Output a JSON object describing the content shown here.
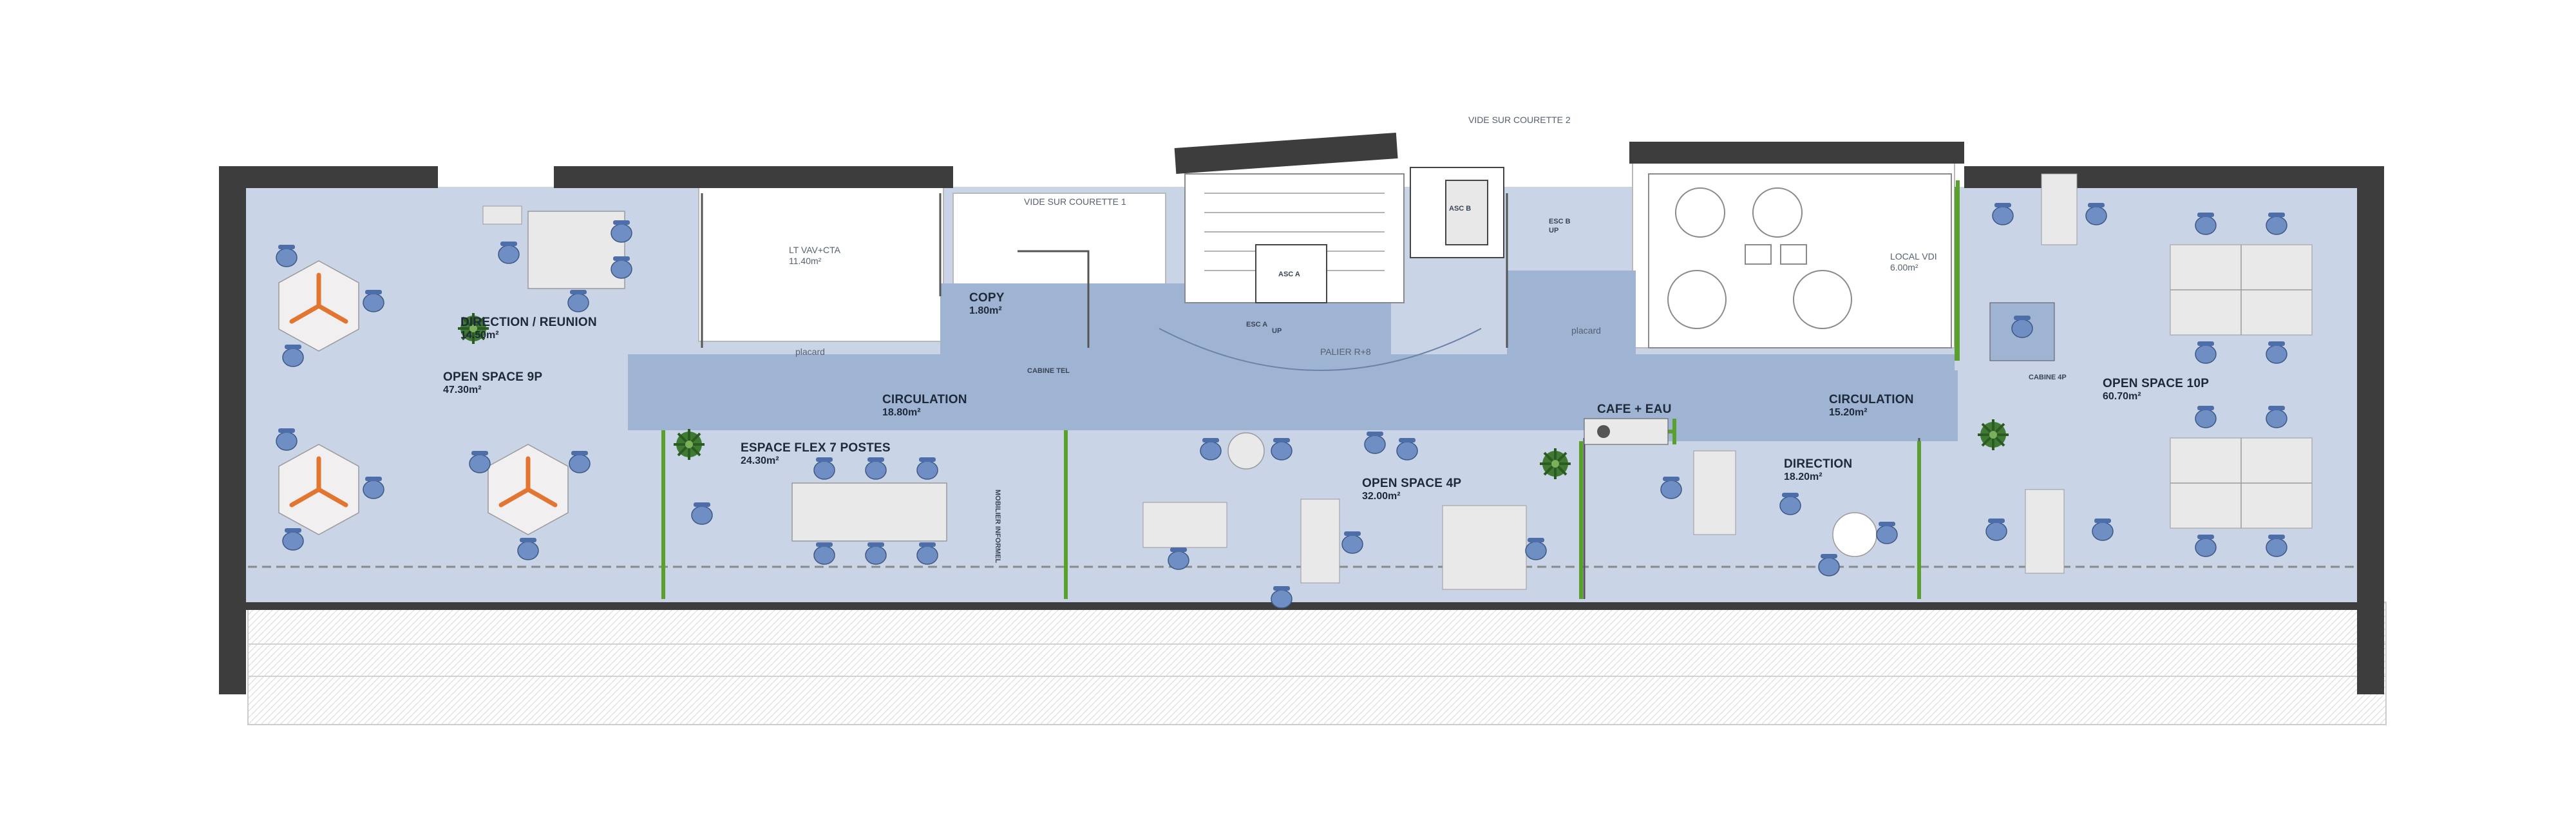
{
  "plan": {
    "colors": {
      "floor": "#c9d4e6",
      "circulation": "#9fb3d2",
      "wall": "#3d3d3d",
      "partition_glass": "#5aa02c",
      "desk": "#e9e9ea",
      "chair": "#6f8fc4",
      "accent_orange": "#e2752f",
      "plant": "#3f7a33"
    },
    "rooms": [
      {
        "id": "direction-reunion",
        "name": "DIRECTION / REUNION",
        "area": "14.50m²"
      },
      {
        "id": "open-space-9p",
        "name": "OPEN SPACE 9P",
        "area": "47.30m²"
      },
      {
        "id": "copy",
        "name": "COPY",
        "area": "1.80m²"
      },
      {
        "id": "circulation-1",
        "name": "CIRCULATION",
        "area": "18.80m²"
      },
      {
        "id": "espace-flex",
        "name": "ESPACE FLEX 7 POSTES",
        "area": "24.30m²"
      },
      {
        "id": "open-space-4p",
        "name": "OPEN SPACE 4P",
        "area": "32.00m²"
      },
      {
        "id": "cafe-eau",
        "name": "CAFE + EAU",
        "area": ""
      },
      {
        "id": "circulation-2",
        "name": "CIRCULATION",
        "area": "15.20m²"
      },
      {
        "id": "direction",
        "name": "DIRECTION",
        "area": "18.20m²"
      },
      {
        "id": "open-space-10p",
        "name": "OPEN SPACE 10P",
        "area": "60.70m²"
      }
    ],
    "annotations": {
      "lt_vav_cta": "LT VAV+CTA",
      "lt_vav_cta_area": "11.40m²",
      "vide_courette_1": "VIDE SUR COURETTE 1",
      "vide_courette_2": "VIDE SUR COURETTE 2",
      "local_vdi": "LOCAL VDI",
      "local_vdi_area": "6.00m²",
      "palier": "PALIER R+8",
      "placard_1": "placard",
      "placard_2": "placard",
      "cabine_tel": "CABINE TEL",
      "cabine_4p": "CABINE 4P",
      "mobilier_informel": "MOBILIER INFORMEL",
      "asc_a": "ASC A",
      "asc_b": "ASC B",
      "esc_a": "ESC A",
      "esc_b": "ESC B",
      "up_1": "UP",
      "up_2": "UP"
    }
  }
}
